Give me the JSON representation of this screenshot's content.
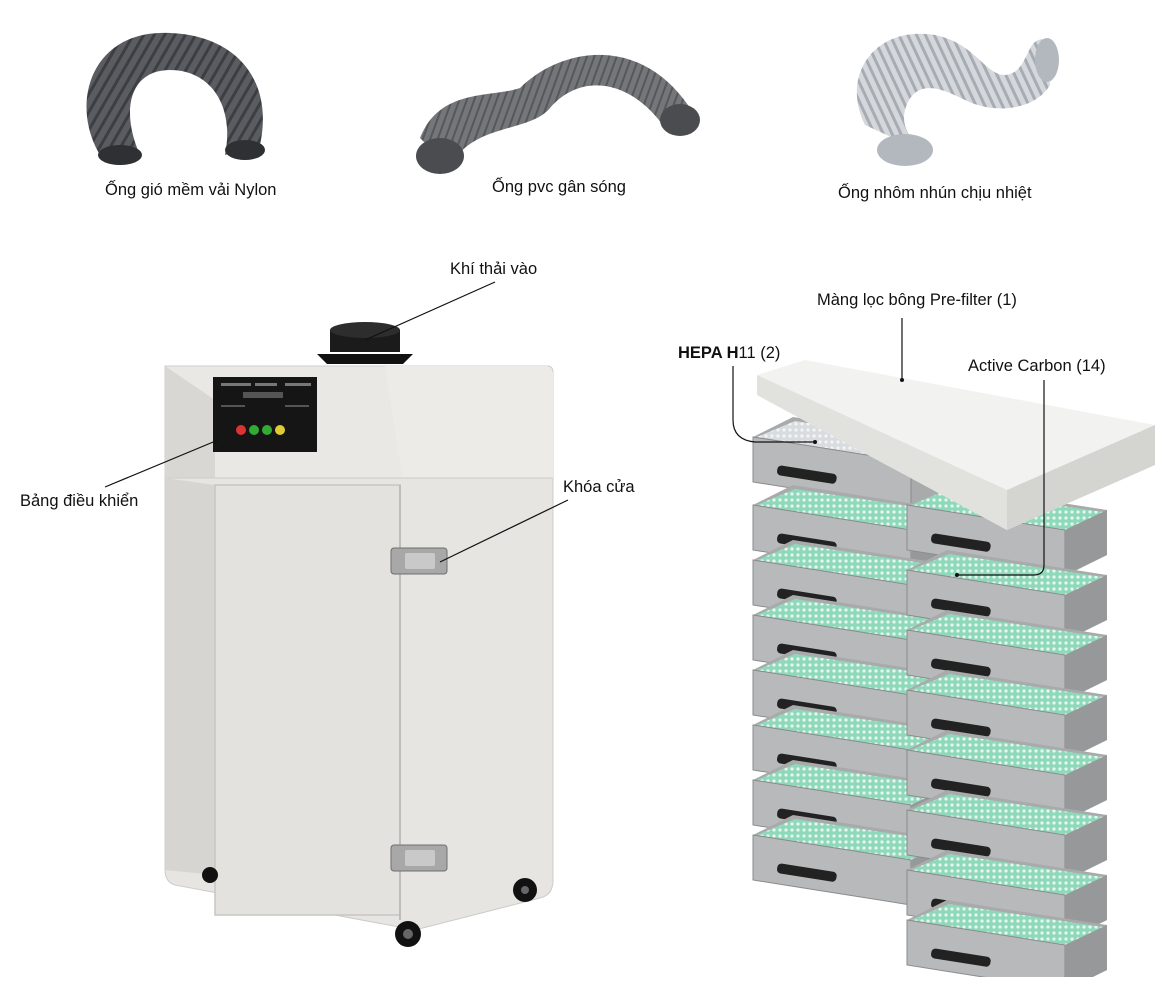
{
  "hoses": [
    {
      "label": "Ống gió mềm vải Nylon",
      "color": "#55575c"
    },
    {
      "label": "Ống pvc gân sóng",
      "color": "#6a6c70"
    },
    {
      "label": "Ống nhôm nhún chịu nhiệt",
      "color": "#c9cdd2"
    }
  ],
  "machine": {
    "labels": {
      "exhaust_in": "Khí thải vào",
      "control_panel": "Bảng điều khiển",
      "door_lock": "Khóa cửa"
    },
    "body_color": "#e6e5e1",
    "panel_color": "#151515"
  },
  "filters": {
    "labels": {
      "prefilter": "Màng lọc bông Pre-filter  (1)",
      "hepa_name": "HEPA H",
      "hepa_suffix": "11 (2)",
      "carbon": "Active Carbon (14)"
    },
    "carbon_color": "#8fd9bb",
    "frame_color": "#a9aaab"
  }
}
